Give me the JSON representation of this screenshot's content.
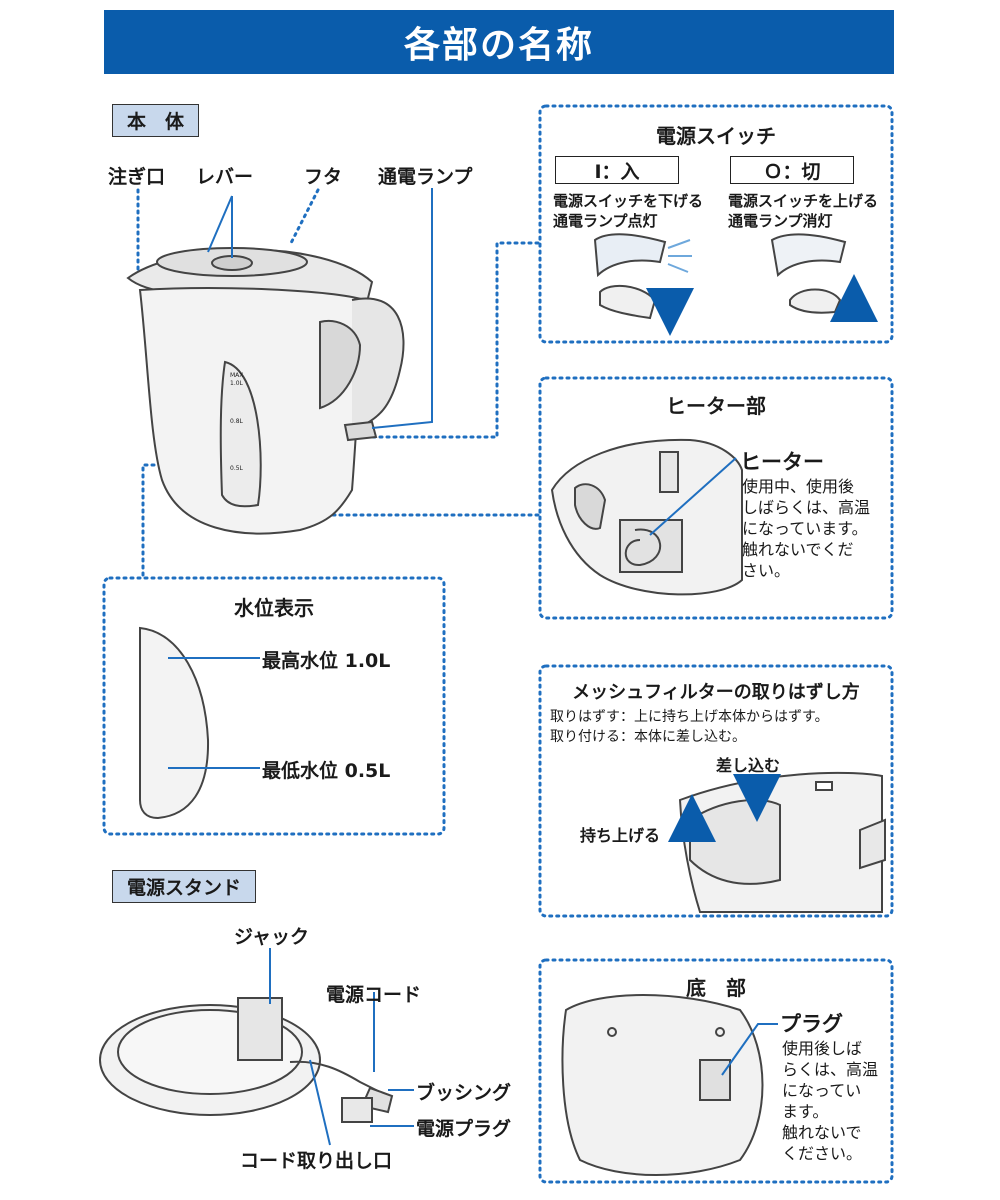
{
  "title": "各部の名称",
  "main_body": {
    "tag": "本　体",
    "labels": {
      "spout": "注ぎ口",
      "lever": "レバー",
      "lid": "フタ",
      "lamp": "通電ランプ"
    },
    "gauge_marks": [
      "MAX",
      "1.0L",
      "0.8L",
      "0.5L"
    ]
  },
  "power_switch": {
    "title": "電源スイッチ",
    "on_label": "Ⅰ：入",
    "on_desc": [
      "電源スイッチを下げる",
      "通電ランプ点灯"
    ],
    "off_label": "Ｏ：切",
    "off_desc": [
      "電源スイッチを上げる",
      "通電ランプ消灯"
    ]
  },
  "heater": {
    "title": "ヒーター部",
    "label": "ヒーター",
    "desc": [
      "使用中、使用後",
      "しばらくは、高温",
      "になっています。",
      "触れないでくだ",
      "さい。"
    ]
  },
  "water_level": {
    "title": "水位表示",
    "max": "最高水位 1.0L",
    "min": "最低水位 0.5L"
  },
  "mesh_filter": {
    "title": "メッシュフィルターの取りはずし方",
    "remove": "取りはずす：上に持ち上げ本体からはずす。",
    "attach": "取り付ける：本体に差し込む。",
    "insert": "差し込む",
    "lift": "持ち上げる"
  },
  "stand": {
    "tag": "電源スタンド",
    "jack": "ジャック",
    "cord": "電源コード",
    "bushing": "ブッシング",
    "plug": "電源プラグ",
    "cord_outlet": "コード取り出し口"
  },
  "bottom": {
    "title": "底　部",
    "label": "プラグ",
    "desc": [
      "使用後しば",
      "らくは、高温",
      "になってい",
      "ます。",
      "触れないで",
      "ください。"
    ]
  },
  "colors": {
    "accent": "#0a5cab",
    "tag_bg": "#c8d8ec",
    "dotted": "#1f6fc0"
  }
}
